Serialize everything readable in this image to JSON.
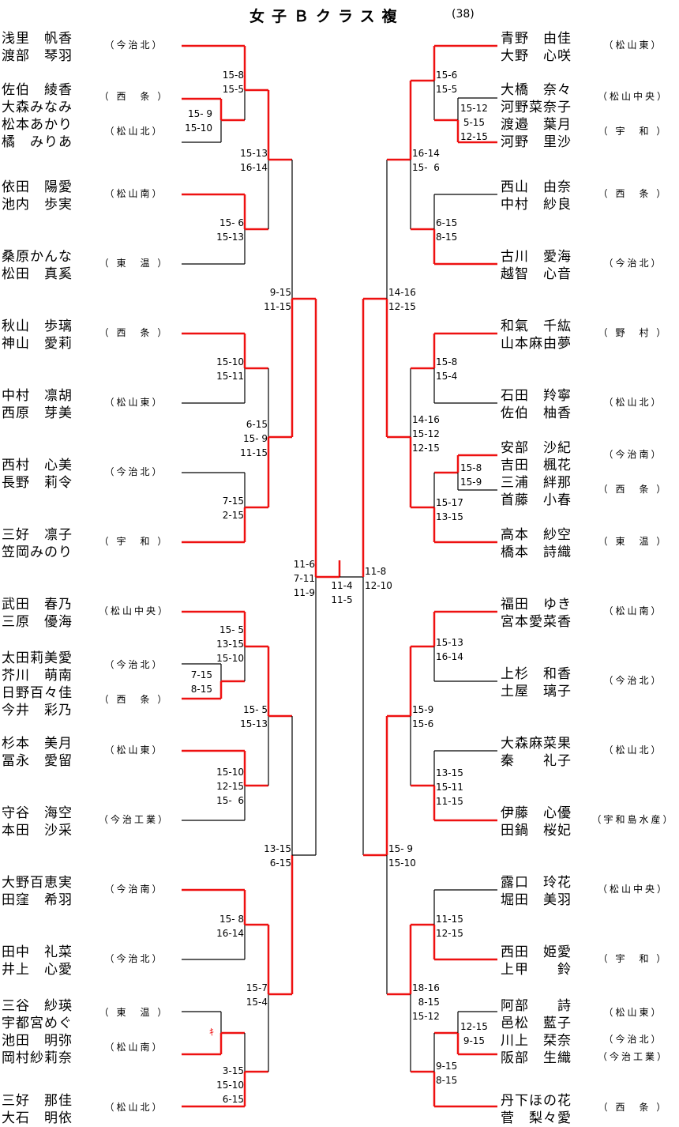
{
  "header": {
    "title": "女子Ｂクラス複",
    "count": "(38)"
  },
  "colors": {
    "winner_line": "#ee1111",
    "loser_line": "#000000"
  },
  "left_entries": [
    {
      "names": [
        "浅里　帆香",
        "渡部　琴羽"
      ],
      "school": "（今治北）"
    },
    {
      "names": [
        "佐伯　綾香",
        "大森みなみ"
      ],
      "school": "（ 西　条 ）"
    },
    {
      "names": [
        "松本あかり",
        "橘　みりあ"
      ],
      "school": "（松山北）"
    },
    {
      "names": [
        "依田　陽愛",
        "池内　歩実"
      ],
      "school": "（松山南）"
    },
    {
      "names": [
        "桑原かんな",
        "松田　真奚"
      ],
      "school": "（ 東　温 ）"
    },
    {
      "names": [
        "秋山　歩璃",
        "神山　愛莉"
      ],
      "school": "（ 西　条 ）"
    },
    {
      "names": [
        "中村　凛胡",
        "西原　芽美"
      ],
      "school": "（松山東）"
    },
    {
      "names": [
        "西村　心美",
        "長野　莉令"
      ],
      "school": "（今治北）"
    },
    {
      "names": [
        "三好　凛子",
        "笠岡みのり"
      ],
      "school": "（ 宇　和 ）"
    },
    {
      "names": [
        "武田　春乃",
        "三原　優海"
      ],
      "school": "（松山中央）"
    },
    {
      "names": [
        "太田莉美愛",
        "芥川　萌南"
      ],
      "school": "（今治北）"
    },
    {
      "names": [
        "日野百々佳",
        "今井　彩乃"
      ],
      "school": "（ 西　条 ）"
    },
    {
      "names": [
        "杉本　美月",
        "冨永　愛留"
      ],
      "school": "（松山東）"
    },
    {
      "names": [
        "守谷　海空",
        "本田　沙采"
      ],
      "school": "（今治工業）"
    },
    {
      "names": [
        "大野百恵実",
        "田窪　希羽"
      ],
      "school": "（今治南）"
    },
    {
      "names": [
        "田中　礼菜",
        "井上　心愛"
      ],
      "school": "（今治北）"
    },
    {
      "names": [
        "三谷　紗瑛",
        "宇都宮めぐ"
      ],
      "school": "（ 東　温 ）"
    },
    {
      "names": [
        "池田　明弥",
        "岡村紗莉奈"
      ],
      "school": "（松山南）"
    },
    {
      "names": [
        "三好　那佳",
        "大石　明依"
      ],
      "school": "（松山北）"
    }
  ],
  "right_entries": [
    {
      "names": [
        "青野　由佳",
        "大野　心咲"
      ],
      "school": "（松山東）"
    },
    {
      "names": [
        "大橋　奈々",
        "河野菜奈子"
      ],
      "school": "（松山中央）"
    },
    {
      "names": [
        "渡邉　葉月",
        "河野　里沙"
      ],
      "school": "（ 宇　和 ）"
    },
    {
      "names": [
        "西山　由奈",
        "中村　紗良"
      ],
      "school": "（ 西　条 ）"
    },
    {
      "names": [
        "古川　愛海",
        "越智　心音"
      ],
      "school": "（今治北）"
    },
    {
      "names": [
        "和氣　千紘",
        "山本麻由夢"
      ],
      "school": "（ 野　村 ）"
    },
    {
      "names": [
        "石田　羚寧",
        "佐伯　柚香"
      ],
      "school": "（松山北）"
    },
    {
      "names": [
        "安部　沙紀",
        "吉田　楓花"
      ],
      "school": "（今治南）"
    },
    {
      "names": [
        "三浦　絆那",
        "首藤　小春"
      ],
      "school": "（ 西　条 ）"
    },
    {
      "names": [
        "高本　紗空",
        "橋本　詩織"
      ],
      "school": "（ 東　温 ）"
    },
    {
      "names": [
        "福田　ゆき",
        "宮本愛菜香"
      ],
      "school": "（松山南）"
    },
    {
      "names": [
        "上杉　和香",
        "土屋　璃子"
      ],
      "school": "（今治北）"
    },
    {
      "names": [
        "大森麻菜果",
        "秦　　礼子"
      ],
      "school": "（松山北）"
    },
    {
      "names": [
        "伊藤　心優",
        "田鍋　桜妃"
      ],
      "school": "（宇和島水産）"
    },
    {
      "names": [
        "露口　玲花",
        "堀田　美羽"
      ],
      "school": "（松山中央）"
    },
    {
      "names": [
        "西田　姫愛",
        "上甲　　鈴"
      ],
      "school": "（ 宇　和 ）"
    },
    {
      "names": [
        "阿部　　詩",
        "邑松　藍子"
      ],
      "school": "（松山東）"
    },
    {
      "names": [
        "川上　栞奈"
      ],
      "school": "（今治北）"
    },
    {
      "names": [
        "阪部　生織"
      ],
      "school": "（今治工業）"
    },
    {
      "names": [
        "丹下ほの花",
        "菅　梨々愛"
      ],
      "school": "（ 西　条 ）"
    }
  ],
  "scores": {
    "L_r1_a": "15- 9\n15-10",
    "L_r1_b": "7-15\n8-15",
    "L_r1_c": "",
    "L_r2_1": "15-8\n15-5",
    "L_r2_2": "15- 6\n15-13",
    "L_r2_3": "15-10\n15-11",
    "L_r2_4": "7-15\n2-15",
    "L_r2_5": "15- 5\n13-15\n15-10",
    "L_r2_6": "15-10\n12-15\n15-  6",
    "L_r2_7": "15- 8\n16-14",
    "L_r2_8": "3-15\n15-10\n6-15",
    "L_r3_1": "15-13\n16-14",
    "L_r3_2": "6-15\n15- 9\n11-15",
    "L_r3_3": "15- 5\n15-13",
    "L_r3_4": "15-7\n15-4",
    "L_r4_1": "9-15\n11-15",
    "L_r4_2": "13-15\n6-15",
    "L_sf": "11-6\n7-11\n11-9",
    "final": "11-4\n11-5",
    "R_sf": "11-8\n12-10",
    "R_r4_1": "14-16\n12-15",
    "R_r4_2": "15- 9\n15-10",
    "R_r3_1": "16-14\n15-  6",
    "R_r3_2": "14-16\n15-12\n12-15",
    "R_r3_3": "15-9\n15-6",
    "R_r3_4": "18-16\n  8-15\n15-12",
    "R_r2_1": "15-6\n15-5",
    "R_r2_2": "6-15\n8-15",
    "R_r2_3": "15-8\n15-4",
    "R_r2_4": "15-17\n13-15",
    "R_r2_5": "15-13\n16-14",
    "R_r2_6": "13-15\n15-11\n11-15",
    "R_r2_7": "11-15\n12-15",
    "R_r2_8": "9-15\n8-15",
    "R_r1_a": "15-12\n 5-15\n12-15",
    "R_r1_b": "15-8\n15-9",
    "R_r1_c": "12-15\n 9-15"
  },
  "marks": {
    "withdrawal": "ｷ"
  }
}
